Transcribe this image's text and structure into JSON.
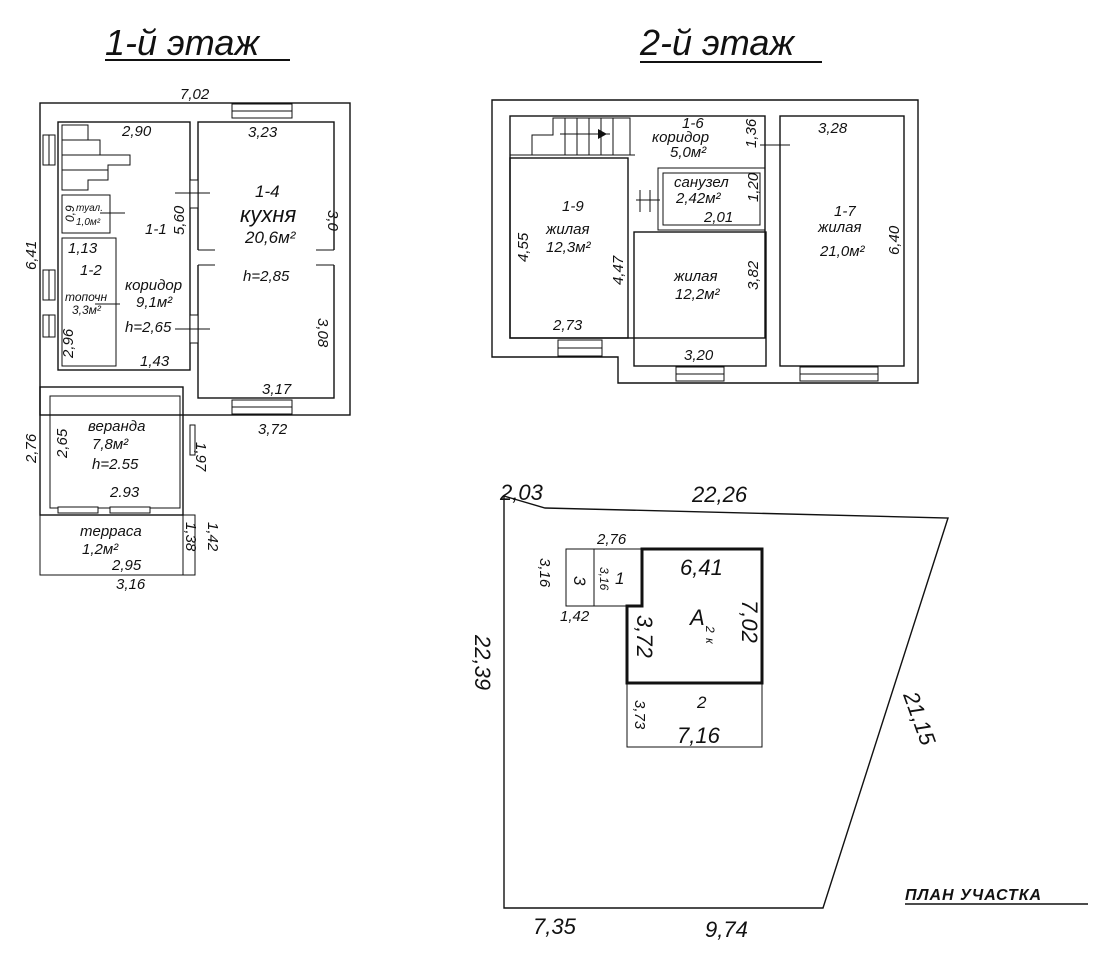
{
  "floor1": {
    "title": "1-й этаж",
    "dims": {
      "total_width": "7,02",
      "total_height": "6,41",
      "d_2_90": "2,90",
      "d_3_23": "3,23",
      "d_5_60": "5,60",
      "d_3_0": "3,0",
      "d_1_13": "1,13",
      "d_2_96": "2,96",
      "d_1_43": "1,43",
      "d_3_08": "3,08",
      "d_3_17": "3,17",
      "d_3_72": "3,72",
      "d_2_76": "2,76",
      "d_2_65": "2,65",
      "d_1_97": "1,97",
      "d_2_93": "2.93",
      "d_1_38": "1,38",
      "d_1_42": "1,42",
      "d_2_95": "2,95",
      "d_3_16": "3,16",
      "d_0_9": "0,9"
    },
    "rooms": {
      "kitchen_id": "1-4",
      "kitchen_name": "кухня",
      "kitchen_area": "20,6м²",
      "kitchen_height": "h=2,85",
      "corridor_id": "1-1",
      "corridor_name": "коридор",
      "corridor_area": "9,1м²",
      "corridor_height": "h=2,65",
      "wc_name": "туал.",
      "wc_area": "1,0м²",
      "furnace_id": "1-2",
      "furnace_name": "топочн",
      "furnace_area": "3,3м²",
      "veranda_name": "веранда",
      "veranda_area": "7,8м²",
      "veranda_height": "h=2.55",
      "terrace_name": "терраса",
      "terrace_area": "1,2м²"
    }
  },
  "floor2": {
    "title": "2-й этаж",
    "dims": {
      "d_1_36": "1,36",
      "d_3_28": "3,28",
      "d_1_20": "1,20",
      "d_2_01": "2,01",
      "d_4_55": "4,55",
      "d_4_47": "4,47",
      "d_3_82": "3,82",
      "d_6_40": "6,40",
      "d_2_73": "2,73",
      "d_3_20": "3,20"
    },
    "rooms": {
      "corridor_id": "1-6",
      "corridor_name": "коридор",
      "corridor_area": "5,0м²",
      "bath_name": "санузел",
      "bath_area": "2,42м²",
      "room9_id": "1-9",
      "room9_name": "жилая",
      "room9_area": "12,3м²",
      "room8_name": "жилая",
      "room8_area": "12,2м²",
      "room7_id": "1-7",
      "room7_name": "жилая",
      "room7_area": "21,0м²"
    }
  },
  "site": {
    "title": "ПЛАН УЧАСТКА",
    "dims": {
      "top_left": "2,03",
      "top": "22,26",
      "left": "22,39",
      "right": "21,15",
      "bottom_left": "7,35",
      "bottom_right": "9,74",
      "b_6_41": "6,41",
      "b_7_02": "7,02",
      "b_3_72": "3,72",
      "b_2_76": "2,76",
      "b_3_16a": "3,16",
      "b_3_16b": "3,16",
      "b_1_42": "1,42",
      "b_3_73": "3,73",
      "b_7_16": "7,16"
    },
    "labels": {
      "main_building": "А",
      "main_sup": "2",
      "main_sub": "к",
      "block1": "1",
      "block2": "2",
      "block3": "3"
    }
  }
}
